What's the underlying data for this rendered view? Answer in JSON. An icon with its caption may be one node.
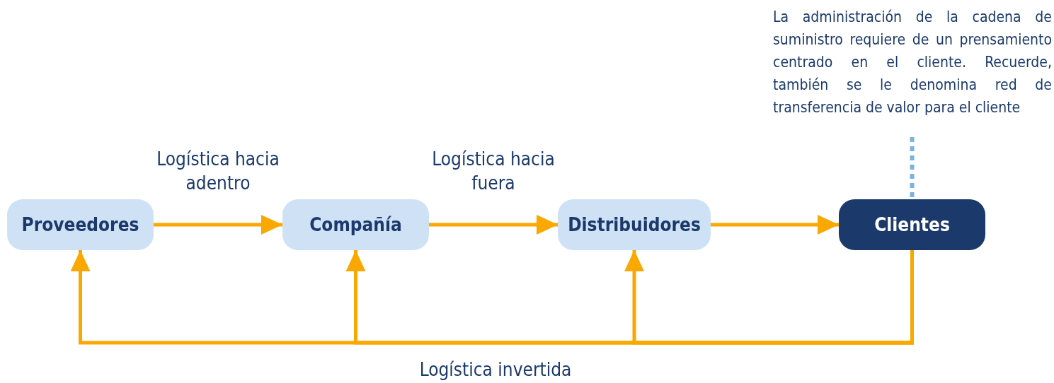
{
  "diagram": {
    "nodes": [
      {
        "text": [
          "Proveedores"
        ]
      },
      {
        "text": [
          "Compañía"
        ]
      },
      {
        "text": [
          "Distribuidores"
        ]
      },
      {
        "text": [
          "Clientes"
        ]
      },
      {
        "text": [
          "La administración de la cadena de suministro requiere de un prensamiento centrado en el cliente. Recuerde, también se le denomina red de transferencia de valor para el cliente"
        ]
      }
    ],
    "edges": [
      {
        "from": 0,
        "to": 1,
        "arrow": "to",
        "label": "Logística hacia adentro"
      },
      {
        "from": 1,
        "to": 2,
        "arrow": "to",
        "label": "Logística hacia fuera"
      },
      {
        "from": 2,
        "to": 3,
        "arrow": "to"
      },
      {
        "from": 3,
        "to": 0,
        "arrow": "to"
      },
      {
        "from": 3,
        "to": 1,
        "arrow": "to"
      },
      {
        "from": 3,
        "to": 2,
        "arrow": "to"
      },
      {
        "from": 4,
        "to": 3,
        "arrow": "none",
        "style": "dashed",
        "color": "#7ab3e0"
      }
    ],
    "labels": [
      "Logística invertida"
    ]
  }
}
